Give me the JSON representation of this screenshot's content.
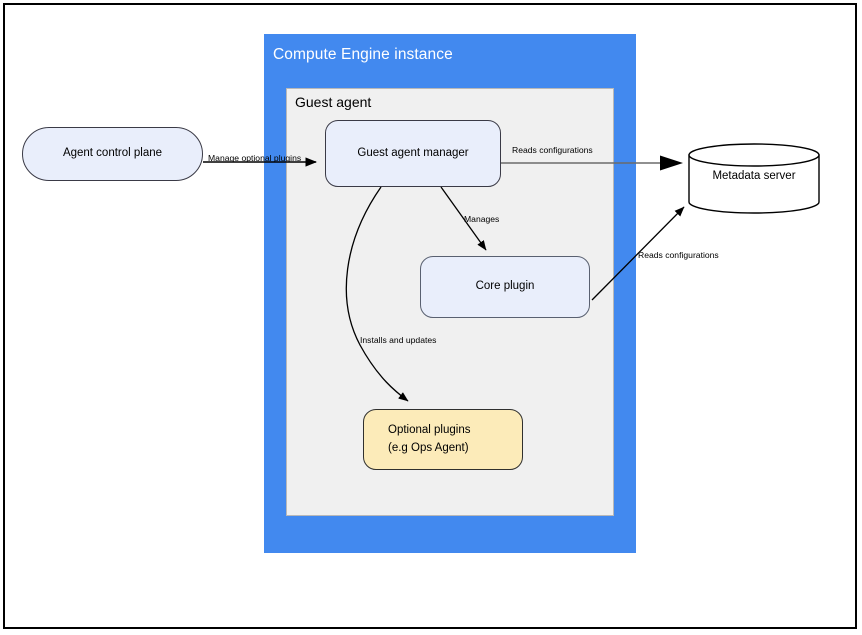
{
  "diagram": {
    "title_visible": false,
    "outer_frame": "black-border",
    "containers": [
      {
        "id": "compute-engine-instance",
        "label": "Compute Engine instance",
        "color": "#4289ef",
        "text_color": "#ffffff"
      },
      {
        "id": "guest-agent",
        "label": "Guest agent",
        "color": "#f0f0f0",
        "border_color": "#b8b8b8",
        "text_color": "#000000"
      }
    ],
    "nodes": [
      {
        "id": "agent-control-plane",
        "label": "Agent control plane",
        "shape": "pill",
        "fill": "#e9eefb",
        "stroke": "#3a3a46"
      },
      {
        "id": "guest-agent-manager",
        "label": "Guest agent manager",
        "shape": "rounded-rect",
        "fill": "#e9eefb",
        "stroke": "#3a3a46"
      },
      {
        "id": "core-plugin",
        "label": "Core plugin",
        "shape": "rounded-rect",
        "fill": "#e9eefb",
        "stroke": "#596070"
      },
      {
        "id": "optional-plugins",
        "label": "Optional plugins\n(e.g  Ops Agent)",
        "shape": "rounded-rect",
        "fill": "#fcebb9",
        "stroke": "#30302e"
      },
      {
        "id": "metadata-server",
        "label": "Metadata server",
        "shape": "cylinder",
        "fill": "#ffffff",
        "stroke": "#000000"
      }
    ],
    "edges": [
      {
        "id": "edge-manage-optional-plugins",
        "from": "agent-control-plane",
        "to": "guest-agent-manager",
        "label": "Manage optional plugins",
        "style": "straight",
        "color": "#000000"
      },
      {
        "id": "edge-reads-configurations-manager",
        "from": "guest-agent-manager",
        "to": "metadata-server",
        "label": "Reads configurations",
        "style": "straight",
        "color": "#6b6b6b"
      },
      {
        "id": "edge-manages",
        "from": "guest-agent-manager",
        "to": "core-plugin",
        "label": "Manages",
        "style": "straight",
        "color": "#000000"
      },
      {
        "id": "edge-reads-configurations-core",
        "from": "core-plugin",
        "to": "metadata-server",
        "label": "Reads configurations",
        "style": "straight",
        "color": "#000000"
      },
      {
        "id": "edge-installs-and-updates",
        "from": "guest-agent-manager",
        "to": "optional-plugins",
        "label": "Installs and updates",
        "style": "curved",
        "color": "#000000"
      }
    ]
  }
}
